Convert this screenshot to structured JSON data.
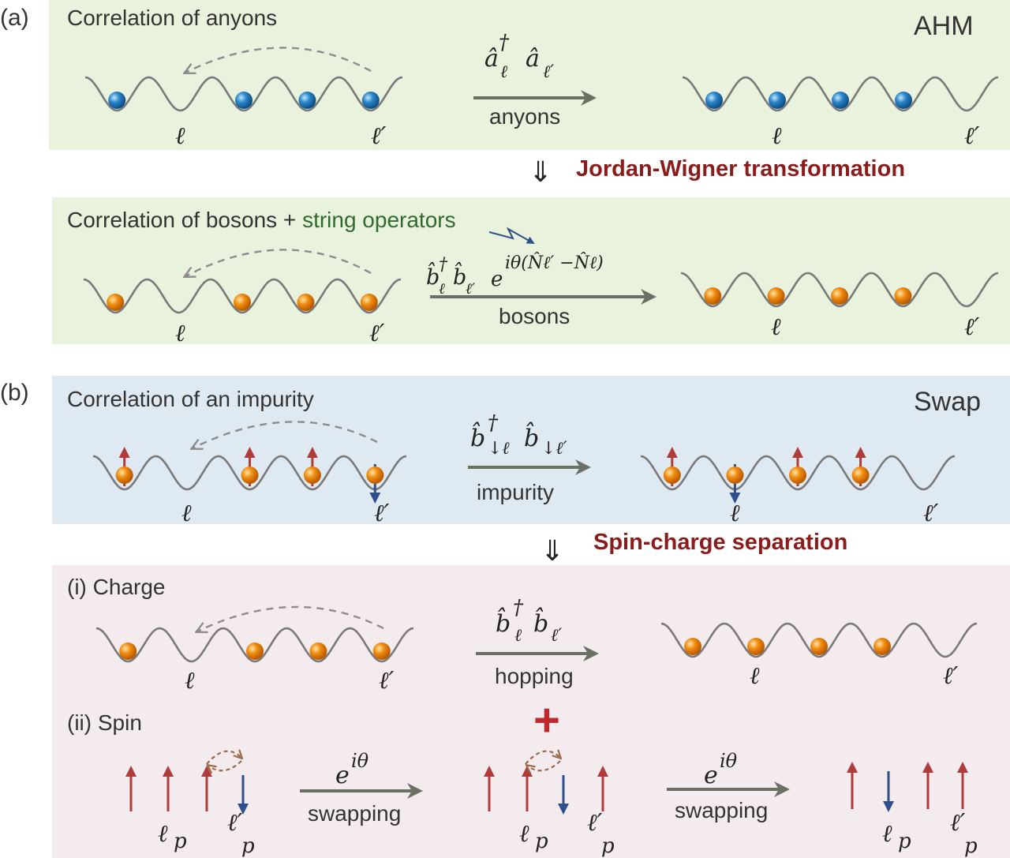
{
  "colors": {
    "panel_green": "#e9f2dc",
    "panel_blue": "#dee9f2",
    "panel_pink": "#f4ebef",
    "lattice": "#7a7a7a",
    "dashed_arrow": "#8c8c8c",
    "big_arrow": "#6b7064",
    "spin_up": "#b03b3b",
    "spin_down": "#2f4f8a",
    "ball_blue": "#2a86c9",
    "ball_orange": "#f08c10",
    "accent_red": "#8b1c1c",
    "string_green": "#2f6b2f"
  },
  "panel_a": {
    "tag": "(a)",
    "title": "Correlation of anyons",
    "model": "AHM",
    "op_a": "â",
    "op_dagger": "†",
    "op_l": "ℓ",
    "op_lp": "ℓ′",
    "arrow_label": "anyons",
    "site_l": "ℓ",
    "site_lp": "ℓ′",
    "transform_label": "Jordan-Wigner transformation",
    "bosons_title_1": "Correlation of bosons + ",
    "bosons_title_2": "string operators",
    "b_op_b": "b̂",
    "b_op_dagger": "†",
    "b_op_l": "ℓ",
    "b_op_lp": "ℓ′",
    "b_op_exp_e": "e",
    "b_op_exp": "iθ(N̂ℓ′ −N̂ℓ)",
    "b_arrow_label": "bosons"
  },
  "panel_b": {
    "tag": "(b)",
    "title": "Correlation of an impurity",
    "model": "Swap",
    "imp_b": "b̂",
    "imp_dagger": "†",
    "imp_sub1": "↓ℓ",
    "imp_sub2": "↓ℓ′",
    "imp_arrow_label": "impurity",
    "site_l": "ℓ",
    "site_lp": "ℓ′",
    "separation_label": "Spin-charge separation",
    "charge_title": "(i) Charge",
    "charge_b": "b̂",
    "charge_dagger": "†",
    "charge_l": "ℓ",
    "charge_lp": "ℓ′",
    "charge_arrow_label": "hopping",
    "plus_sign": "+",
    "spin_title": "(ii) Spin",
    "swap_op_e": "e",
    "swap_op_exp": "iθ",
    "swap_label": "swapping",
    "lp_label": "ℓ",
    "lp_sub": "p",
    "lpp_label": "ℓ′",
    "lpp_sub": "p"
  }
}
